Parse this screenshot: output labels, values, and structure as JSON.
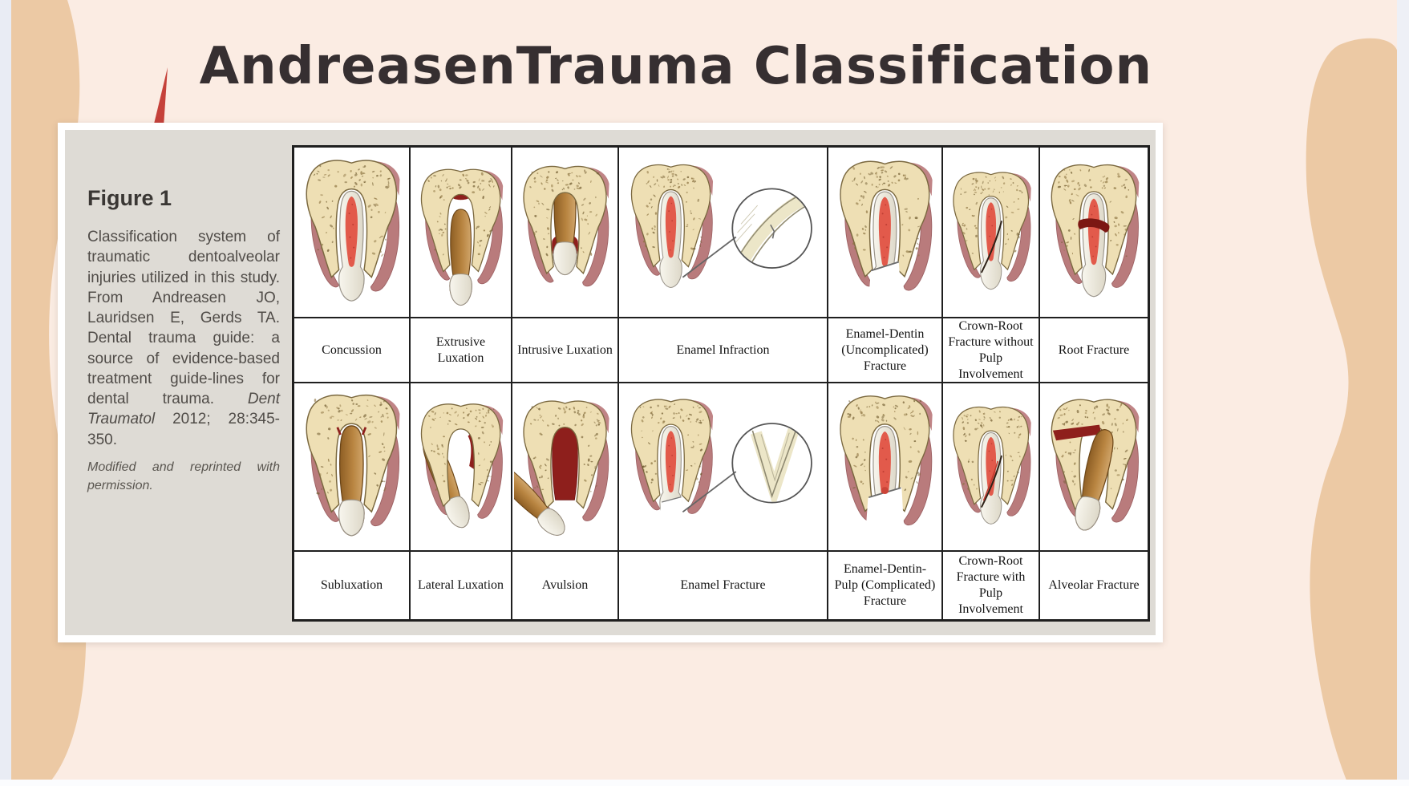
{
  "page": {
    "title": "AndreasenTrauma Classification"
  },
  "colors": {
    "background": "#fbece3",
    "corner_blob": "#ecc9a4",
    "accent_spike": "#c5413a",
    "panel_frame": "#ffffff",
    "panel_fill": "#dedbd5",
    "table_border": "#1f1f1f",
    "bone": "#eedfb4",
    "gum": "#b97b7c",
    "pulp_red": "#e25a4b",
    "blood_dark_red": "#8e1f1c",
    "luxated_tooth_brown": "#b88440"
  },
  "figure": {
    "heading": "Figure 1",
    "caption_main": "Classification system of traumatic dentoalveolar injuries utilized in this study. From Andreasen JO, Lauridsen E, Gerds TA. Dental trauma guide: a source of evidence-based treatment guide-lines for dental trauma.",
    "caption_citation_italic": "Dent Traumatol",
    "caption_citation_rest": " 2012; 28:345-350.",
    "caption_note": "Modified and reprinted with permission."
  },
  "table": {
    "rows": [
      {
        "cells": [
          {
            "label": "Concussion",
            "variant": "concussion"
          },
          {
            "label": "Extrusive Luxation",
            "variant": "extrusive"
          },
          {
            "label": "Intrusive Luxation",
            "variant": "intrusive"
          },
          {
            "label": "Enamel Infraction",
            "variant": "infraction"
          },
          {
            "label": "Enamel-Dentin (Uncomplicated) Fracture",
            "variant": "ed_fracture"
          },
          {
            "label": "Crown-Root Fracture without Pulp Involvement",
            "variant": "crownroot_nopulp"
          },
          {
            "label": "Root Fracture",
            "variant": "root_fracture"
          }
        ]
      },
      {
        "cells": [
          {
            "label": "Subluxation",
            "variant": "subluxation"
          },
          {
            "label": "Lateral Luxation",
            "variant": "lateral"
          },
          {
            "label": "Avulsion",
            "variant": "avulsion"
          },
          {
            "label": "Enamel Fracture",
            "variant": "enamel_fracture"
          },
          {
            "label": "Enamel-Dentin-Pulp (Complicated) Fracture",
            "variant": "edp_fracture"
          },
          {
            "label": "Crown-Root Fracture with Pulp Involvement",
            "variant": "crownroot_pulp"
          },
          {
            "label": "Alveolar Fracture",
            "variant": "alveolar"
          }
        ]
      }
    ]
  }
}
